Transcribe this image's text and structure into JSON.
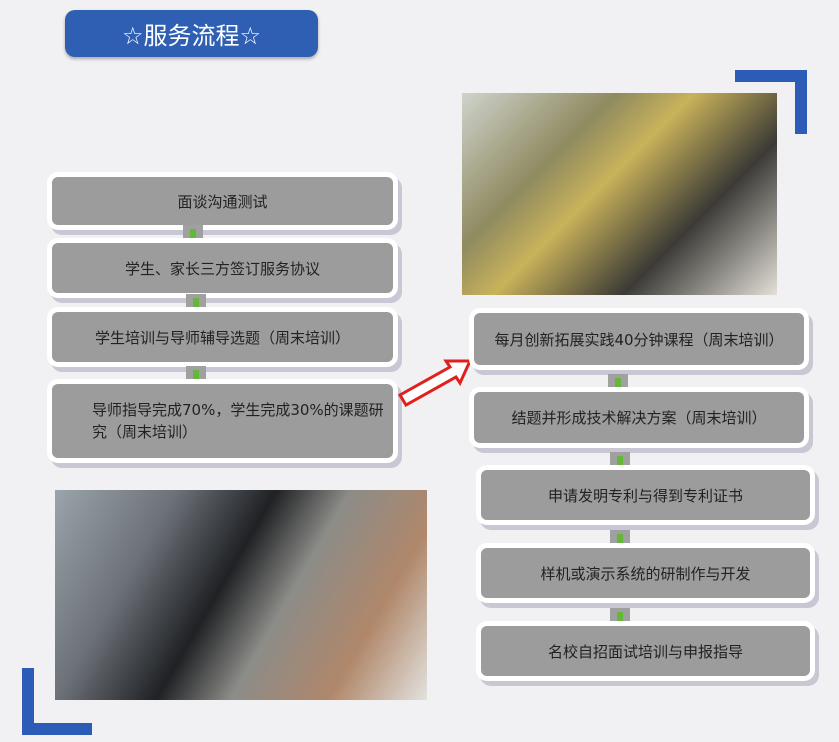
{
  "title": "☆服务流程☆",
  "left_steps": [
    "面谈沟通测试",
    "学生、家长三方签订服务协议",
    "学生培训与导师辅导选题（周末培训）",
    "导师指导完成70%，学生完成30%的课题研究（周末培训）"
  ],
  "right_steps": [
    "每月创新拓展实践40分钟课程（周末培训）",
    "结题并形成技术解决方案（周末培训）",
    "申请发明专利与得到专利证书",
    "样机或演示系统的研制作与开发",
    "名校自招面试培训与申报指导"
  ],
  "colors": {
    "brand_blue": "#2f5fb3",
    "step_gray": "#9c9c9c",
    "connector_green": "#63b83a",
    "arrow_red": "#e0201c"
  }
}
